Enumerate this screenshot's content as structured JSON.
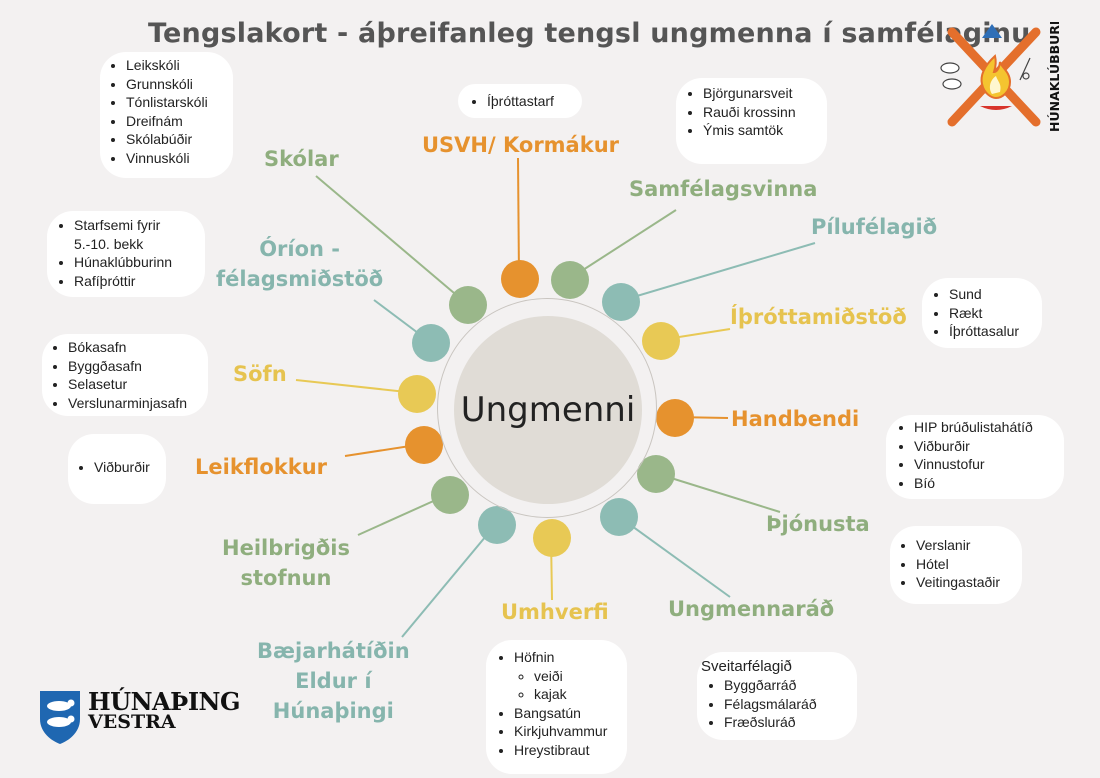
{
  "title": "Tengslakort - áþreifanleg tengsl ungmenna í samfélaginu",
  "center": "Ungmenni",
  "colors": {
    "green": "#8fae7e",
    "orange": "#e6922e",
    "yellow": "#e6c34f",
    "teal": "#86b5ad",
    "line_green": "#9ab78a",
    "line_orange": "#e6922e",
    "line_yellow": "#e8c955",
    "line_teal": "#8dbcb4"
  },
  "categories": {
    "skolar": "Skólar",
    "usvh": "USVH/ Kormákur",
    "samfelagsvinna": "Samfélagsvinna",
    "pilufelagid": "Pílufélagið",
    "ithrottamidstod": "Íþróttamiðstöð",
    "handbendi": "Handbendi",
    "thjonusta": "Þjónusta",
    "ungmennarad": "Ungmennaráð",
    "umhverfi": "Umhverfi",
    "baejarhatidin_1": "Bæjarhátíðin",
    "baejarhatidin_2": "Eldur í",
    "baejarhatidin_3": "Húnaþingi",
    "heilbrigdis_1": "Heilbrigðis",
    "heilbrigdis_2": "stofnun",
    "leikflokkur": "Leikflokkur",
    "sofn": "Söfn",
    "orion_1": "Óríon -",
    "orion_2": "félagsmiðstöð"
  },
  "boxes": {
    "skolar": [
      "Leikskóli",
      "Grunnskóli",
      "Tónlistarskóli",
      "Dreifnám",
      "Skólabúðir",
      "Vinnuskóli"
    ],
    "usvh": [
      "Íþróttastarf"
    ],
    "samfelagsvinna": [
      "Björgunarsveit",
      "Rauði krossinn",
      "Ýmis samtök"
    ],
    "orion": [
      "Starfsemi fyrir",
      "5.-10. bekk",
      "Húnaklúbburinn",
      "Rafíþróttir"
    ],
    "ithrottamidstod": [
      "Sund",
      "Rækt",
      "Íþróttasalur"
    ],
    "sofn": [
      "Bókasafn",
      "Byggðasafn",
      "Selasetur",
      "Verslunarminjasafn"
    ],
    "handbendi": [
      "HIP brúðulistahátíð",
      "Viðburðir",
      "Vinnustofur",
      "Bíó"
    ],
    "leikflokkur": [
      "Viðburðir"
    ],
    "thjonusta": [
      "Verslanir",
      "Hótel",
      "Veitingastaðir"
    ],
    "umhverfi": {
      "items": [
        "Höfnin",
        "Bangsatún",
        "Kirkjuhvammur",
        "Hreystibraut"
      ],
      "sub": [
        "veiði",
        "kajak"
      ]
    },
    "ungmennarad": {
      "heading": "Sveitarfélagið",
      "items": [
        "Byggðarráð",
        "Félagsmálaráð",
        "Fræðsluráð"
      ]
    }
  },
  "logo": {
    "vertical_text": "HÚNAKLÚBBURINN",
    "icon": "campfire-emblem"
  },
  "municipality": {
    "line1": "HÚNAÞING",
    "line2": "VESTRA",
    "icon": "polar-bear-shield-icon"
  }
}
